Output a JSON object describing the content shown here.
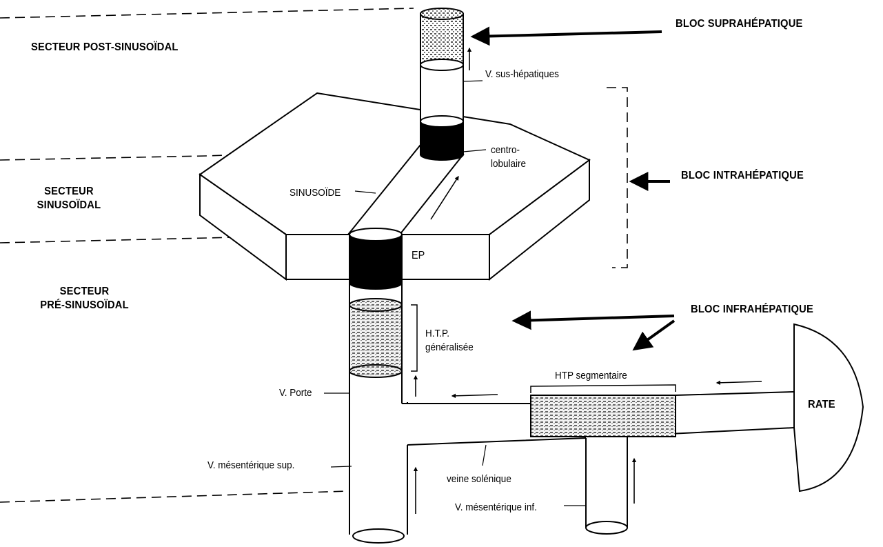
{
  "sectors": {
    "post": "SECTEUR POST-SINUSOÏDAL",
    "sinus_line1": "SECTEUR",
    "sinus_line2": "SINUSOÏDAL",
    "pre_line1": "SECTEUR",
    "pre_line2": "PRÉ-SINUSOÏDAL"
  },
  "blocks": {
    "supra": "BLOC SUPRAHÉPATIQUE",
    "intra": "BLOC INTRAHÉPATIQUE",
    "infra": "BLOC INFRAHÉPATIQUE"
  },
  "labels": {
    "sus_hepatiques": "V. sus-hépatiques",
    "centro_line1": "centro-",
    "centro_line2": "lobulaire",
    "sinusoide": "SINUSOÏDE",
    "ep": "EP",
    "htp_line1": "H.T.P.",
    "htp_line2": "généralisée",
    "porte": "V. Porte",
    "mesent_sup": "V. mésentérique sup.",
    "veine_splenique": "veine solénique",
    "mesent_inf": "V. mésentérique inf.",
    "htp_segmentaire": "HTP segmentaire",
    "rate": "RATE"
  }
}
